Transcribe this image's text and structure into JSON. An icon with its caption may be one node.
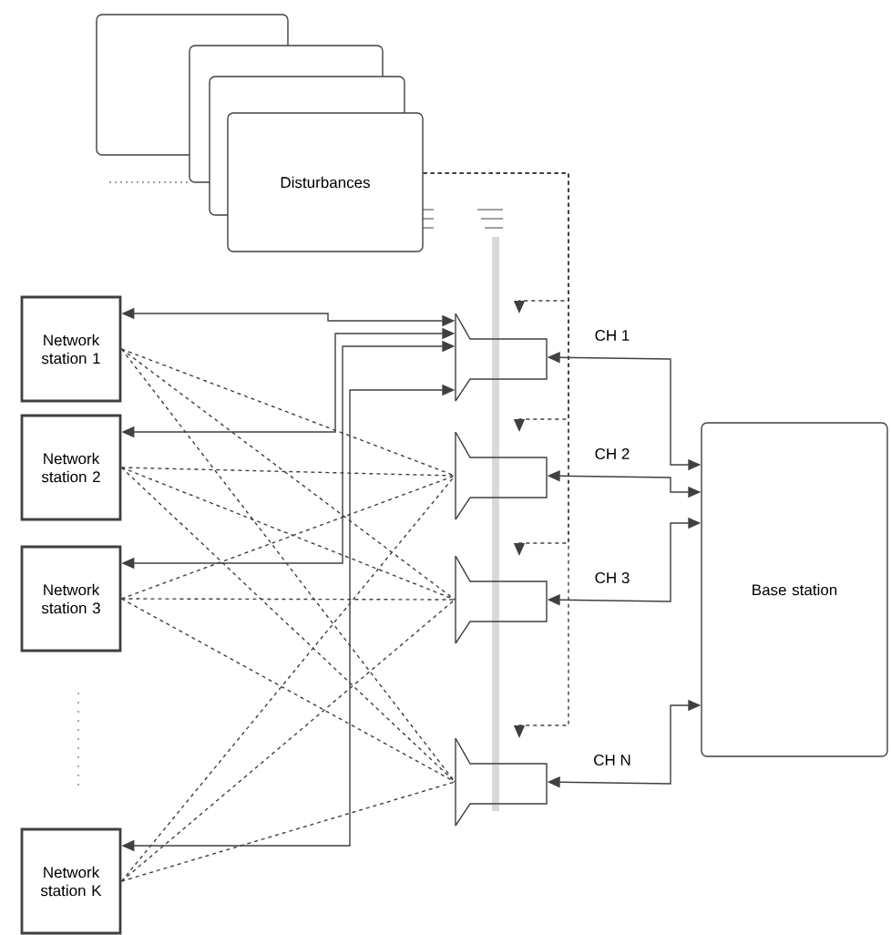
{
  "diagram": {
    "nodes": [
      {
        "text": [],
        "shape": "box"
      },
      {
        "text": [],
        "shape": "box"
      },
      {
        "text": [],
        "shape": "box"
      },
      {
        "text": [
          "Disturbances"
        ]
      },
      {
        "text": [
          "Network station 1"
        ]
      },
      {
        "text": [
          "Network station 2"
        ]
      },
      {
        "text": [
          "Network station 3"
        ]
      },
      {
        "text": [
          "Network station K"
        ]
      },
      {
        "text": [],
        "shape": "funnel"
      },
      {
        "text": [],
        "shape": "funnel"
      },
      {
        "text": [],
        "shape": "funnel"
      },
      {
        "text": [],
        "shape": "funnel"
      },
      {
        "text": [
          "Base station"
        ]
      }
    ],
    "edges": [
      {
        "from": 8,
        "to": 12,
        "arrow": "both",
        "label": "CH 1"
      },
      {
        "from": 9,
        "to": 12,
        "arrow": "both",
        "label": "CH 2"
      },
      {
        "from": 10,
        "to": 12,
        "arrow": "both",
        "label": "CH 3"
      },
      {
        "from": 11,
        "to": 12,
        "arrow": "both",
        "label": "CH N"
      },
      {
        "from": 8,
        "to": 4,
        "arrow": "both"
      },
      {
        "from": 8,
        "to": 5,
        "arrow": "both"
      },
      {
        "from": 8,
        "to": 6,
        "arrow": "both"
      },
      {
        "from": 8,
        "to": 7,
        "arrow": "both"
      },
      {
        "from": 4,
        "to": 9,
        "arrow": "none",
        "style": "dashed"
      },
      {
        "from": 4,
        "to": 10,
        "arrow": "none",
        "style": "dashed"
      },
      {
        "from": 4,
        "to": 11,
        "arrow": "none",
        "style": "dashed"
      },
      {
        "from": 5,
        "to": 9,
        "arrow": "none",
        "style": "dashed"
      },
      {
        "from": 5,
        "to": 10,
        "arrow": "none",
        "style": "dashed"
      },
      {
        "from": 5,
        "to": 11,
        "arrow": "none",
        "style": "dashed"
      },
      {
        "from": 6,
        "to": 9,
        "arrow": "none",
        "style": "dashed"
      },
      {
        "from": 6,
        "to": 10,
        "arrow": "none",
        "style": "dashed"
      },
      {
        "from": 6,
        "to": 11,
        "arrow": "none",
        "style": "dashed"
      },
      {
        "from": 7,
        "to": 9,
        "arrow": "none",
        "style": "dashed"
      },
      {
        "from": 7,
        "to": 10,
        "arrow": "none",
        "style": "dashed"
      },
      {
        "from": 7,
        "to": 11,
        "arrow": "none",
        "style": "dashed"
      },
      {
        "from": 3,
        "to": 8,
        "arrow": "to",
        "style": "dashed"
      },
      {
        "from": 3,
        "to": 9,
        "arrow": "to",
        "style": "dashed"
      },
      {
        "from": 3,
        "to": 10,
        "arrow": "to",
        "style": "dashed"
      },
      {
        "from": 3,
        "to": 11,
        "arrow": "to",
        "style": "dashed"
      }
    ]
  }
}
